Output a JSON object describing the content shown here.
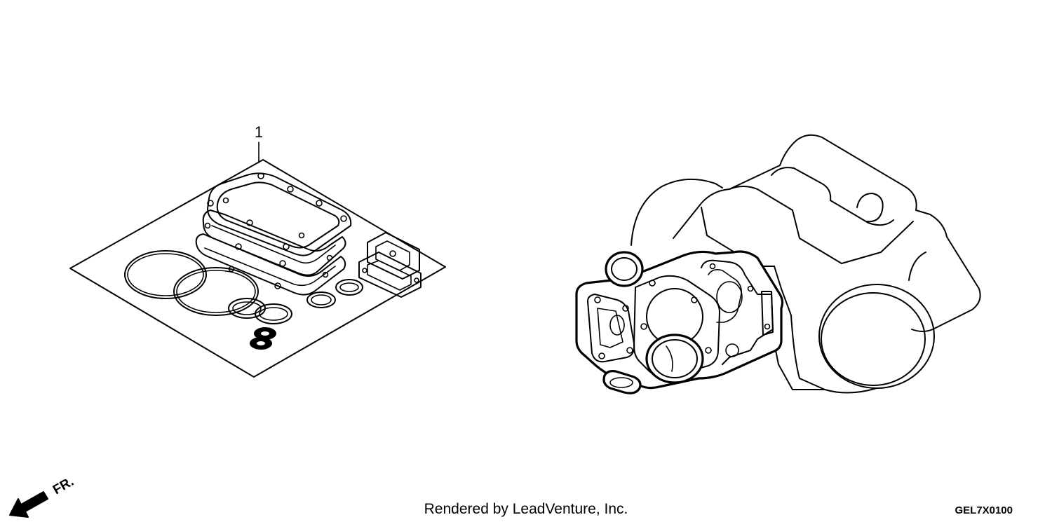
{
  "diagram": {
    "callouts": [
      {
        "id": "part-1",
        "label": "1"
      }
    ],
    "footer": {
      "credit": "Rendered by LeadVenture, Inc.",
      "diagram_code": "GEL7X0100"
    },
    "direction_marker": {
      "label": "FR.",
      "icon": "front-direction-arrow-icon"
    }
  },
  "colors": {
    "line": "#000000",
    "background": "#ffffff"
  }
}
